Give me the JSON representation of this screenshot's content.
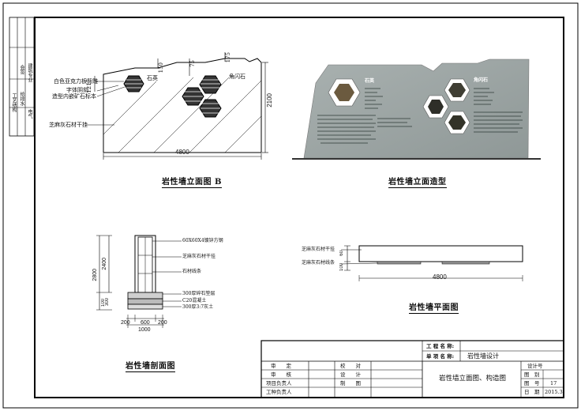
{
  "side_strip": {
    "upper": [
      "建",
      "筑",
      "专",
      "业",
      "会",
      "签"
    ],
    "lower": [
      "工",
      "艺",
      "结",
      "构",
      "给",
      "排",
      "水",
      "电",
      "气"
    ]
  },
  "drawing_b": {
    "title": "岩性墙立面图 B",
    "dim_width": "4800",
    "dim_height": "2100",
    "dim_1217": "1217",
    "dim_150": "150",
    "dim_75": "75",
    "dim_175": "175",
    "labels": {
      "white_acrylic": "白色亚克力板背雕",
      "font_carving": "字体阴刻",
      "ore_sample": "造型内嵌矿石标本",
      "stone_frame": "芝麻灰石材干挂",
      "quartz": "石英",
      "hornblende": "角闪石"
    }
  },
  "drawing_model": {
    "title": "岩性墙立面造型",
    "quartz": "石英",
    "hornblende": "角闪石"
  },
  "drawing_section": {
    "title": "岩性墙剖面图",
    "dims": {
      "total": "2800",
      "upper": "2400",
      "base": "300",
      "base2": "100",
      "left": "200",
      "mid": "600",
      "right": "200",
      "bottom": "1000"
    },
    "labels": {
      "steel": "60X60X4镀锌方钢",
      "stone": "芝麻灰石材干挂",
      "stone_line": "石材线条",
      "stone_base": "300厚碎石垫层",
      "concrete": "C20混凝土",
      "soil": "300厚3:7灰土"
    }
  },
  "drawing_plan": {
    "title": "岩性墙平面图",
    "dim_width": "4800",
    "dim_60": "60",
    "dim_100": "100",
    "labels": {
      "stone": "芝麻灰石材干挂",
      "stone_line": "芝麻灰石材线条"
    }
  },
  "title_block": {
    "project_label": "工 程 名 称:",
    "project_value": "",
    "item_label": "单 项 名 称:",
    "item_value": "岩性墙设计",
    "drawing_name": "岩性墙立面图、构造图",
    "rows": [
      {
        "a": "审　　定",
        "b": "校　　对"
      },
      {
        "a": "审　　核",
        "b": "设　　计"
      },
      {
        "a": "项目负责人",
        "b": "制　　图"
      },
      {
        "a": "工种负责人",
        "b": ""
      }
    ],
    "design_no": "设计号",
    "category_label": "图　别",
    "category_value": "",
    "sheet_label": "图　号",
    "sheet_value": "17",
    "date_label": "日　期",
    "date_value": "2015.3"
  }
}
